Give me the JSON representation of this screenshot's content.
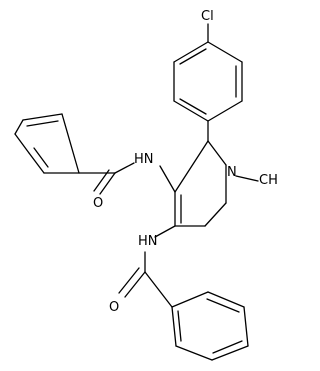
{
  "atom_labels": {
    "cl": "Cl",
    "n_ring": "N",
    "methyl": "CH",
    "nh_upper": "HN",
    "o_upper": "O",
    "nh_lower": "HN",
    "o_lower": "O"
  },
  "colors": {
    "bond": "#000000",
    "text": "#000000",
    "background": "#ffffff"
  }
}
